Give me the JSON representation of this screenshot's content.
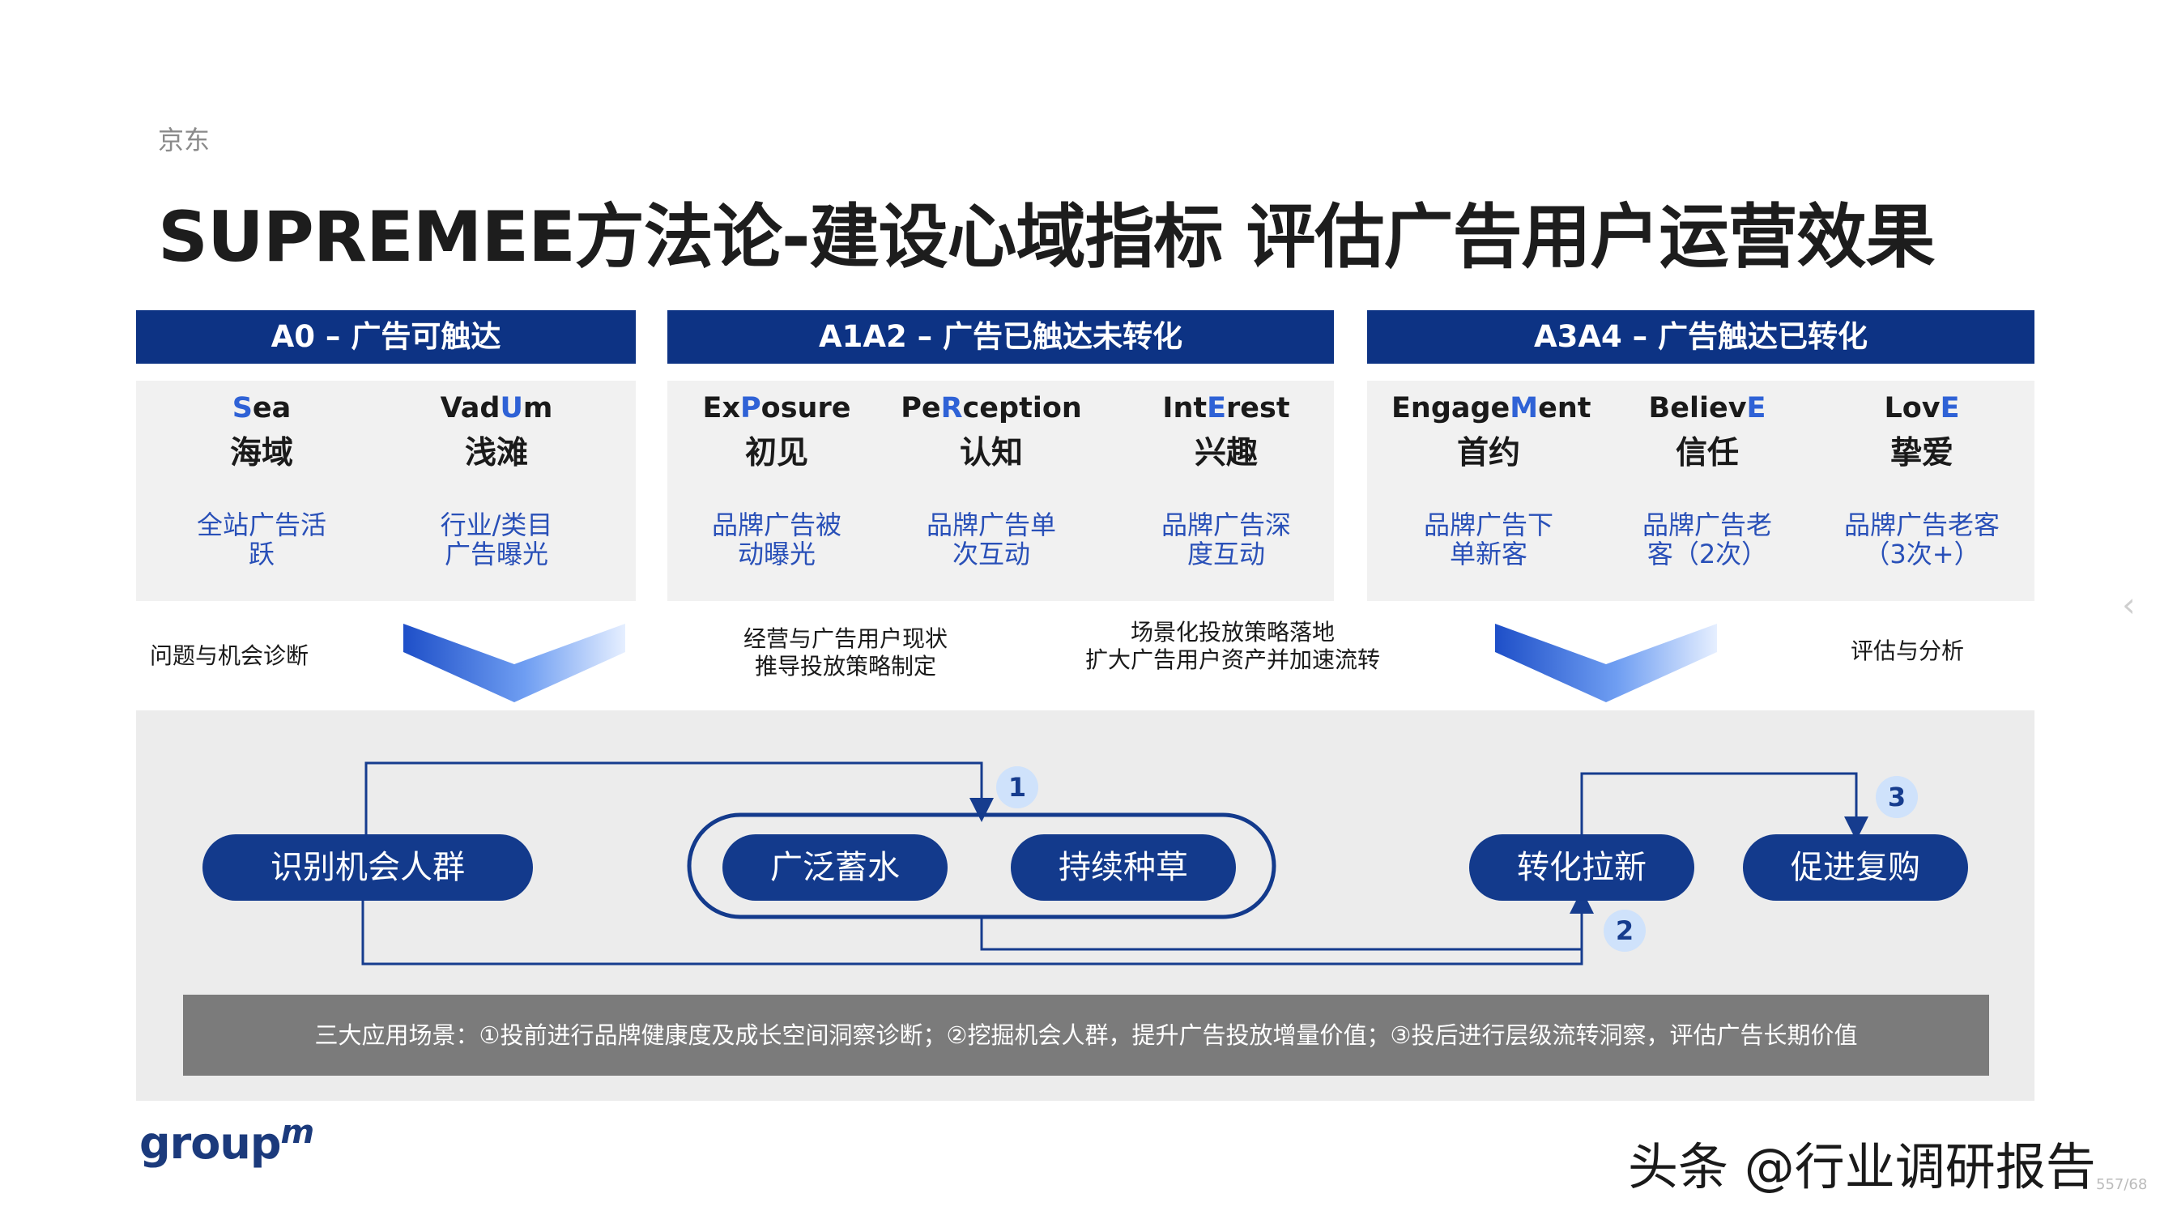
{
  "brand_label": "京东",
  "title": "SUPREMEE方法论-建设心域指标 评估广告用户运营效果",
  "sections": [
    {
      "header": "A0 – 广告可触达",
      "columns": [
        {
          "en_pre": "",
          "en_hl": "S",
          "en_post": "ea",
          "zh": "海域",
          "desc1": "全站广告活",
          "desc2": "跃"
        },
        {
          "en_pre": "Vad",
          "en_hl": "U",
          "en_post": "m",
          "zh": "浅滩",
          "desc1": "行业/类目",
          "desc2": "广告曝光"
        }
      ]
    },
    {
      "header": "A1A2 – 广告已触达未转化",
      "columns": [
        {
          "en_pre": "Ex",
          "en_hl": "P",
          "en_post": "osure",
          "zh": "初见",
          "desc1": "品牌广告被",
          "desc2": "动曝光"
        },
        {
          "en_pre": "Pe",
          "en_hl": "R",
          "en_post": "ception",
          "zh": "认知",
          "desc1": "品牌广告单",
          "desc2": "次互动"
        },
        {
          "en_pre": "Int",
          "en_hl": "E",
          "en_post": "rest",
          "zh": "兴趣",
          "desc1": "品牌广告深",
          "desc2": "度互动"
        }
      ]
    },
    {
      "header": "A3A4 – 广告触达已转化",
      "columns": [
        {
          "en_pre": "Engage",
          "en_hl": "M",
          "en_post": "ent",
          "zh": "首约",
          "desc1": "品牌广告下",
          "desc2": "单新客"
        },
        {
          "en_pre": "Believ",
          "en_hl": "E",
          "en_post": "",
          "zh": "信任",
          "desc1": "品牌广告老",
          "desc2": "客（2次）"
        },
        {
          "en_pre": "Lov",
          "en_hl": "E",
          "en_post": "",
          "zh": "挚爱",
          "desc1": "品牌广告老客",
          "desc2": "（3次+）"
        }
      ]
    }
  ],
  "mid_labels": {
    "diagnose": "问题与机会诊断",
    "strategy1": "经营与广告用户现状",
    "strategy2": "推导投放策略制定",
    "scene1": "场景化投放策略落地",
    "scene2": "扩大广告用户资产并加速流转",
    "evaluate": "评估与分析"
  },
  "flow": {
    "identify": "识别机会人群",
    "accumulate": "广泛蓄水",
    "seed": "持续种草",
    "convert": "转化拉新",
    "repurchase": "促进复购",
    "step1": "1",
    "step2": "2",
    "step3": "3"
  },
  "scenarios_text": "三大应用场景：①投前进行品牌健康度及成长空间洞察诊断；②挖掘机会人群，提升广告投放增量价值；③投后进行层级流转洞察，评估广告长期价值",
  "logo": {
    "main": "group",
    "sup": "m"
  },
  "watermark": "头条 @行业调研报告",
  "page_number": "557/68",
  "colors": {
    "header_blue": "#0d3384",
    "pill_blue": "#133a8c",
    "highlight": "#2f62d6",
    "desc_blue": "#2950b8",
    "bar_gray": "#7b7b7b"
  }
}
